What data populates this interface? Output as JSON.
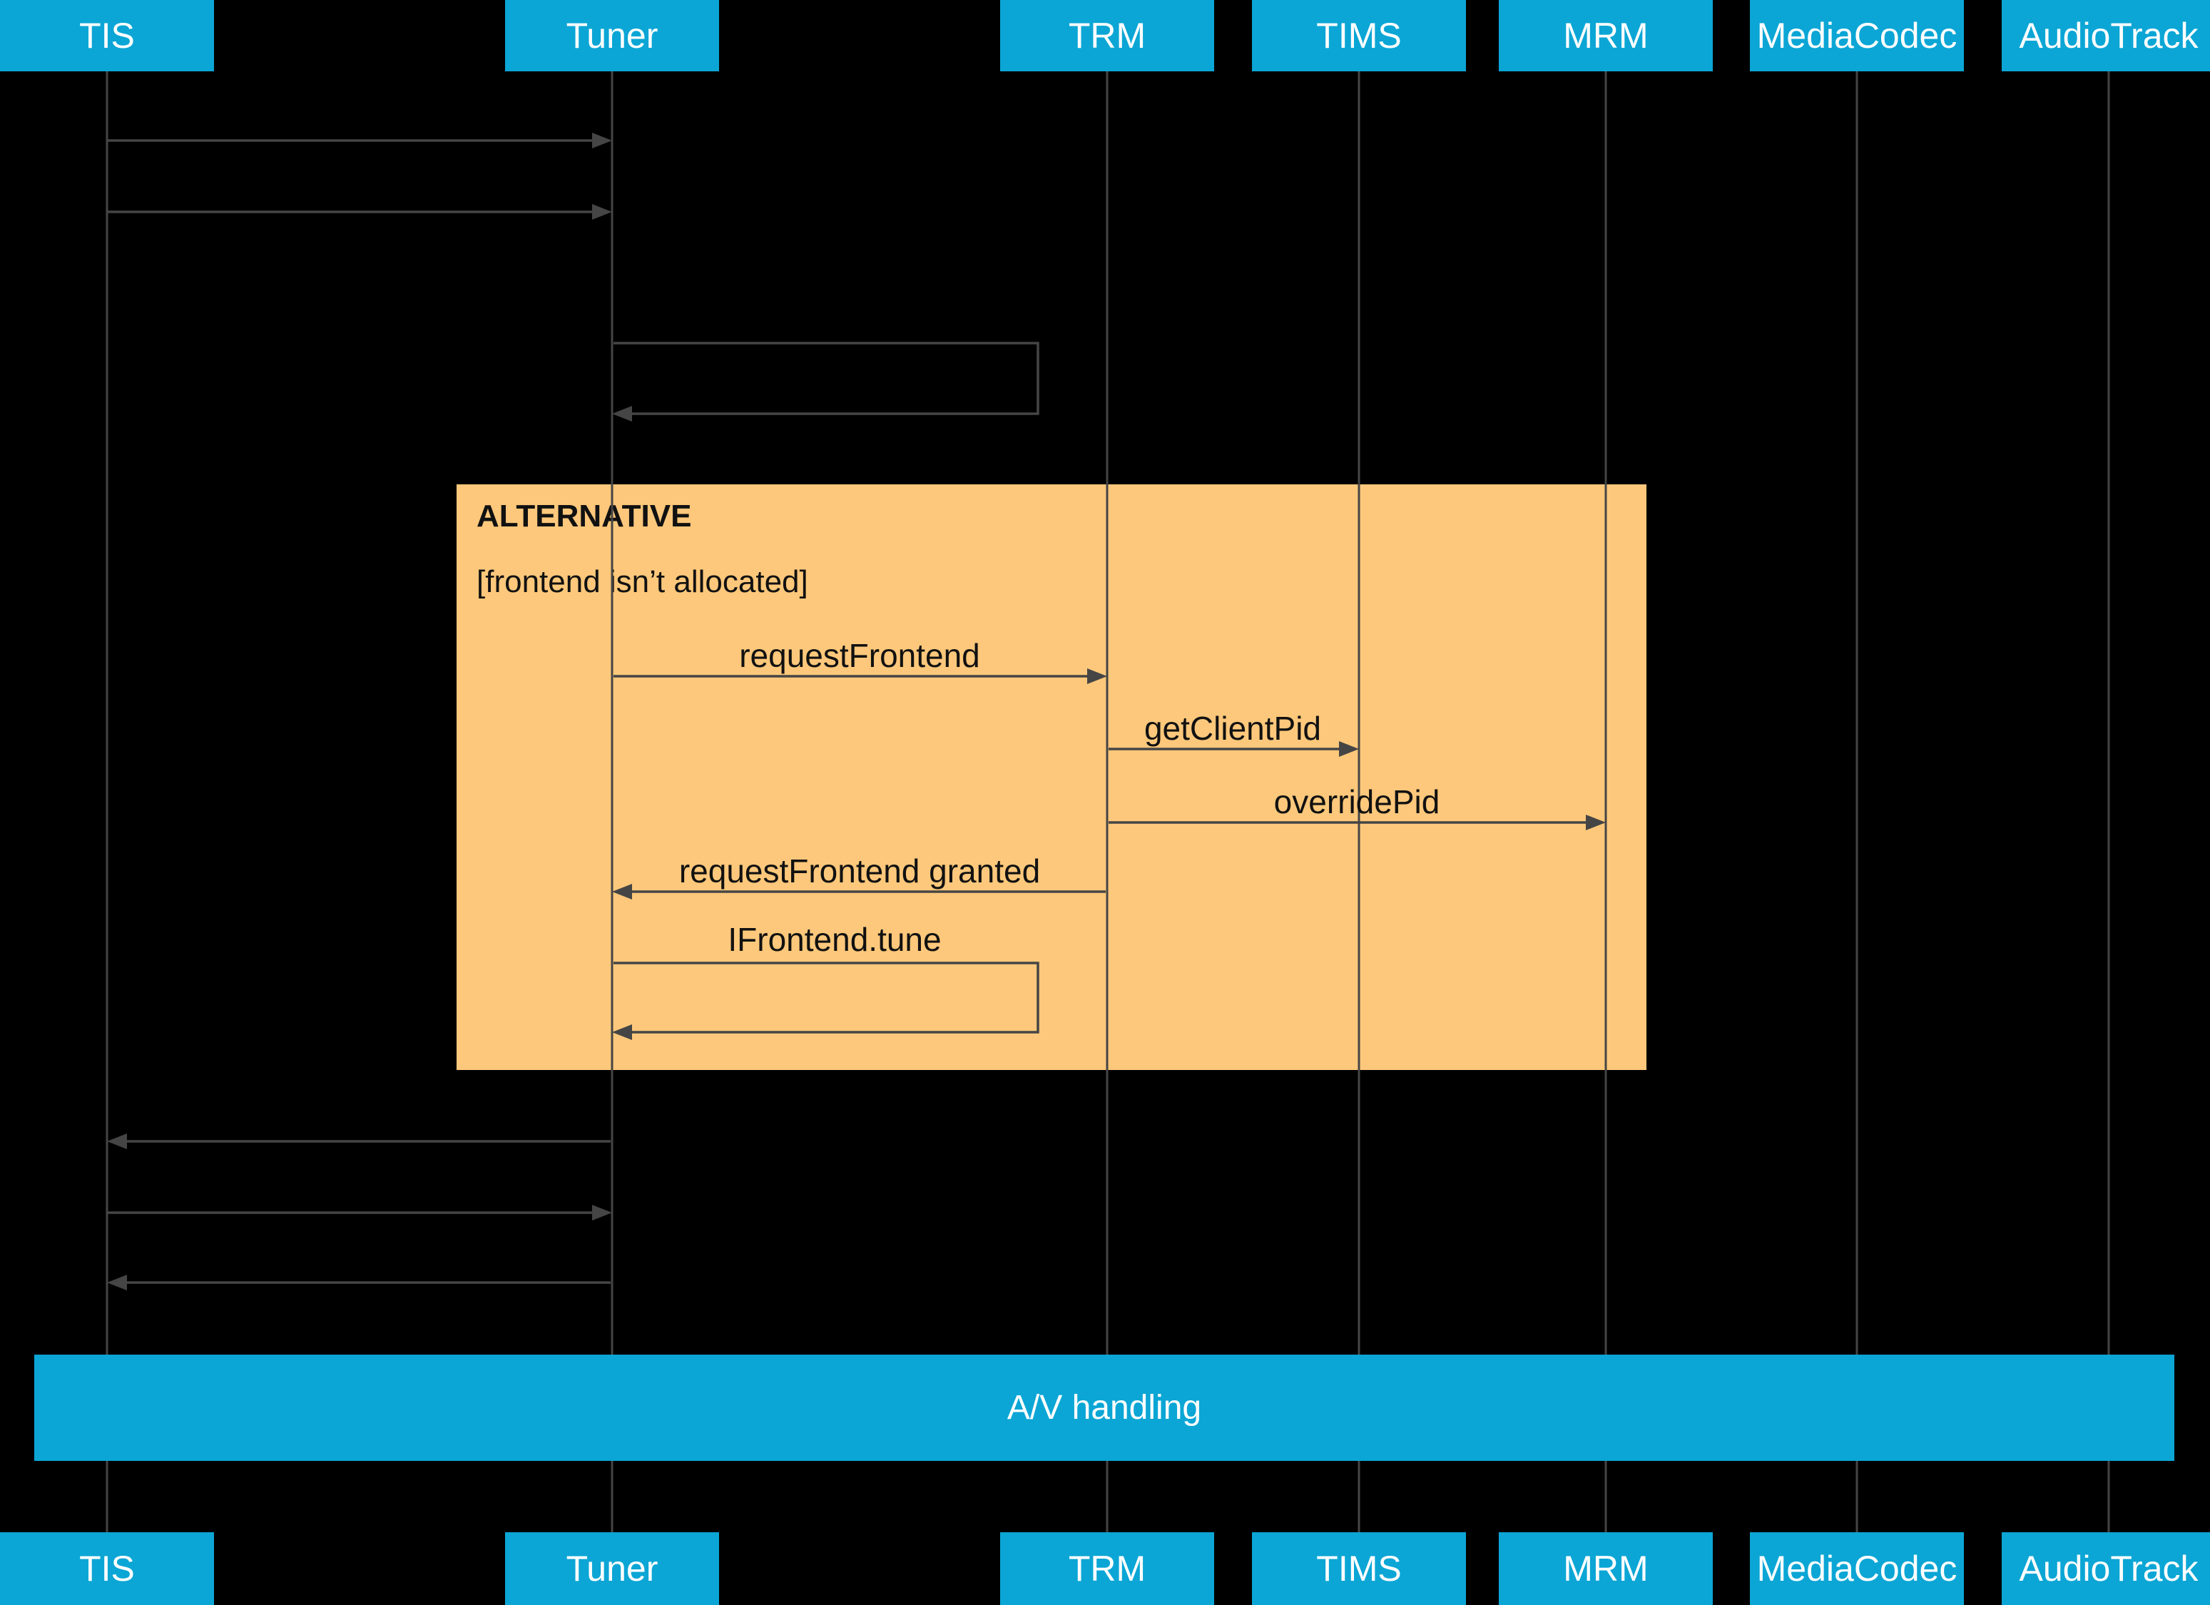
{
  "participants": [
    {
      "label": "TIS"
    },
    {
      "label": "Tuner"
    },
    {
      "label": "TRM"
    },
    {
      "label": "TIMS"
    },
    {
      "label": "MRM"
    },
    {
      "label": "MediaCodec"
    },
    {
      "label": "AudioTrack"
    }
  ],
  "alt_block": {
    "title": "ALTERNATIVE",
    "condition": "[frontend isn’t allocated]"
  },
  "messages": {
    "request_frontend": "requestFrontend",
    "get_client_pid": "getClientPid",
    "override_pid": "overridePid",
    "request_frontend_granted": "requestFrontend granted",
    "ifrontend_tune": "IFrontend.tune"
  },
  "av_bar": {
    "label": "A/V handling"
  },
  "colors": {
    "background": "#000000",
    "accent_blue": "#0BA6D5",
    "alt_orange": "#FDC87B",
    "line_gray": "#454545",
    "label_black": "#111111",
    "text_white": "#FFFFFF"
  }
}
